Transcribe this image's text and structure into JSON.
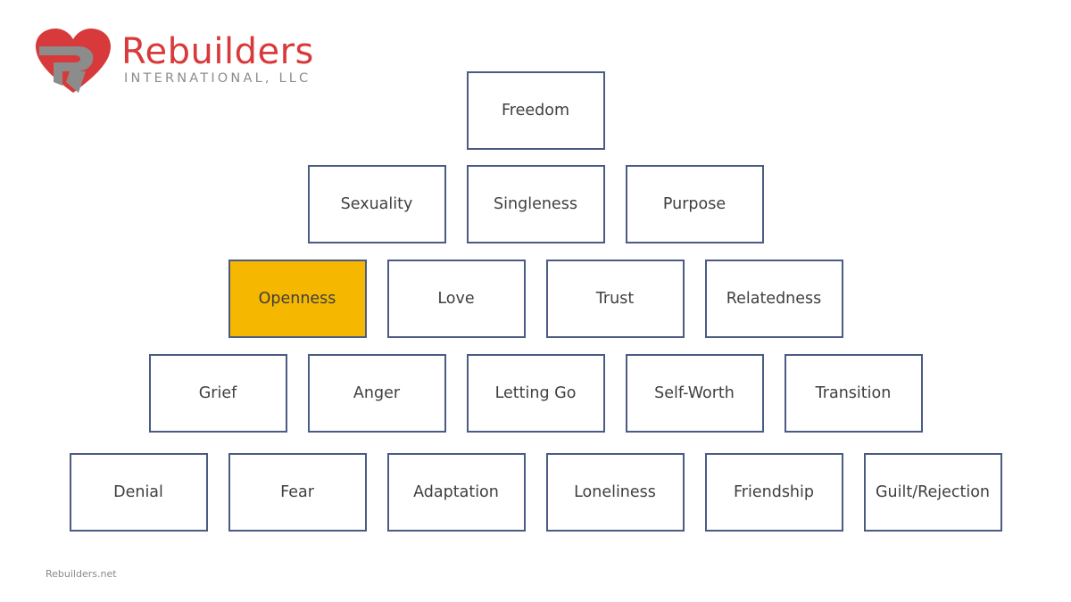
{
  "logo": {
    "name": "Rebuilders",
    "subtitle": "INTERNATIONAL, LLC",
    "colors": {
      "heart": "#d8393a",
      "letter": "#8c8c8c"
    }
  },
  "pyramid": {
    "highlight_color": "#f5b700",
    "border_color": "#4b5b84",
    "rows": [
      [
        "Freedom"
      ],
      [
        "Sexuality",
        "Singleness",
        "Purpose"
      ],
      [
        "Openness",
        "Love",
        "Trust",
        "Relatedness"
      ],
      [
        "Grief",
        "Anger",
        "Letting Go",
        "Self-Worth",
        "Transition"
      ],
      [
        "Denial",
        "Fear",
        "Adaptation",
        "Loneliness",
        "Friendship",
        "Guilt/Rejection"
      ]
    ],
    "highlighted": "Openness"
  },
  "footer": {
    "text": "Rebuilders.net"
  }
}
